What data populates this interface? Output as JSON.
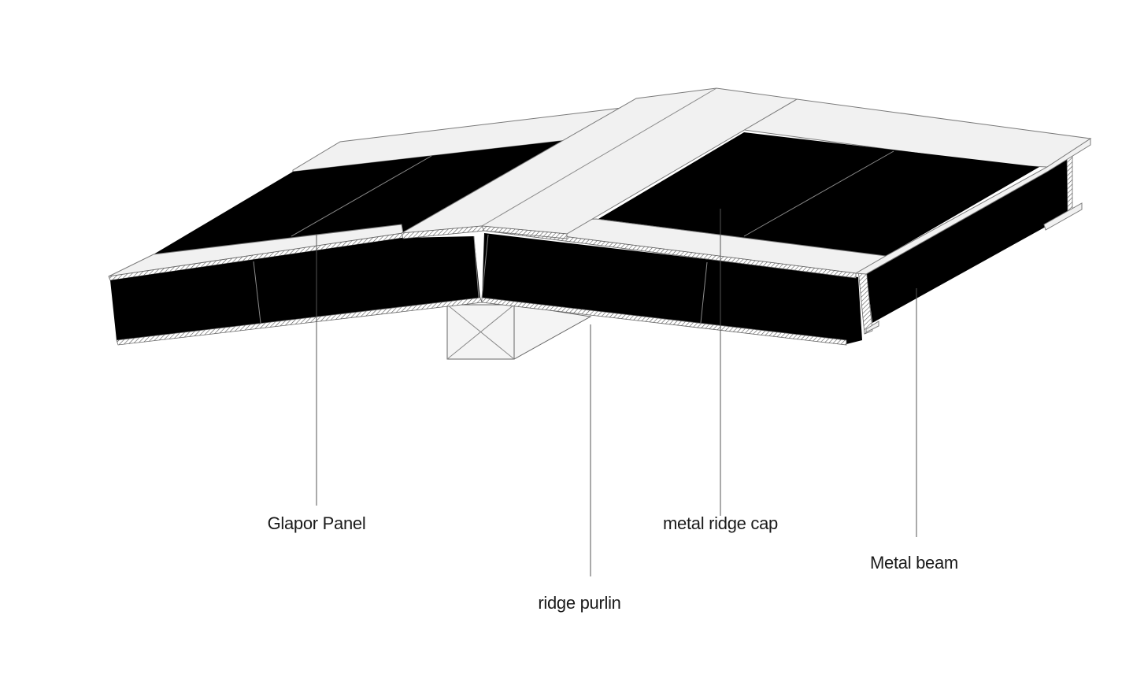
{
  "labels": {
    "glapor_panel": "Glapor Panel",
    "ridge_purlin": "ridge purlin",
    "metal_ridge_cap": "metal ridge cap",
    "metal_beam": "Metal beam"
  },
  "colors": {
    "panel_fill": "#000000",
    "flange_fill": "#f1f1f1",
    "outline": "#7a7a7a",
    "label_text": "#1a1a1a"
  }
}
